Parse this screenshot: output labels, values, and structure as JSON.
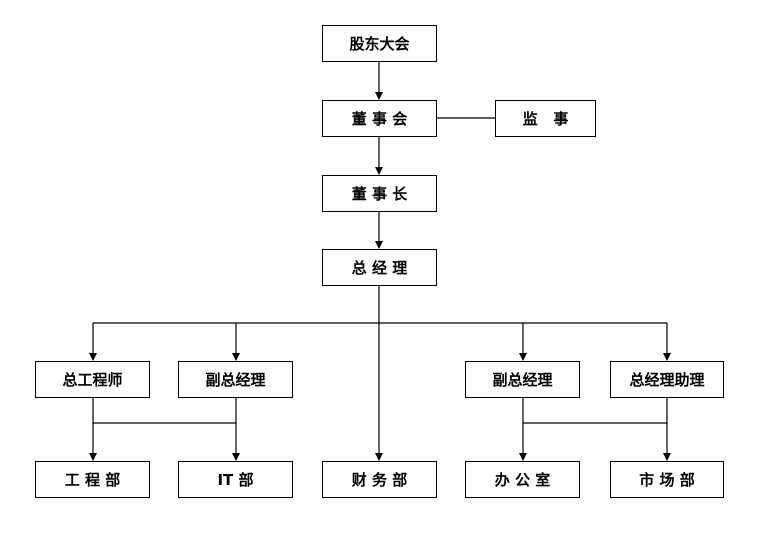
{
  "org_chart": {
    "nodes": {
      "shareholders": "股东大会",
      "board": "董 事 会",
      "supervisor": "监   事",
      "chairman": "董 事 长",
      "general_manager": "总 经 理",
      "chief_engineer": "总工程师",
      "deputy_gm_left": "副总经理",
      "deputy_gm_right": "副总经理",
      "gm_assistant": "总经理助理",
      "engineering_dept": "工 程 部",
      "it_dept": "IT 部",
      "finance_dept": "财 务 部",
      "office": "办 公 室",
      "marketing_dept": "市 场 部"
    }
  },
  "colors": {
    "line": "#000000",
    "box_border": "#000000",
    "background": "#ffffff"
  }
}
